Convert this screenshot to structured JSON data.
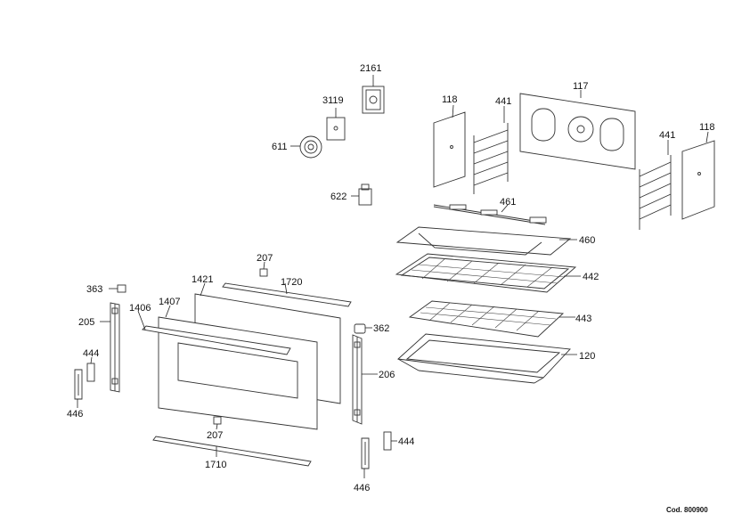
{
  "labels": {
    "l2161": "2161",
    "l3119": "3119",
    "l611": "611",
    "l622": "622",
    "l118a": "118",
    "l441a": "441",
    "l117": "117",
    "l441b": "441",
    "l118b": "118",
    "l461": "461",
    "l460": "460",
    "l442": "442",
    "l443": "443",
    "l120": "120",
    "l207a": "207",
    "l1720": "1720",
    "l1421": "1421",
    "l363": "363",
    "l1406": "1406",
    "l1407": "1407",
    "l205": "205",
    "l362": "362",
    "l444a": "444",
    "l206": "206",
    "l446a": "446",
    "l207b": "207",
    "l1710": "1710",
    "l444b": "444",
    "l446b": "446"
  },
  "footer": {
    "code": "Cod. 800900"
  }
}
